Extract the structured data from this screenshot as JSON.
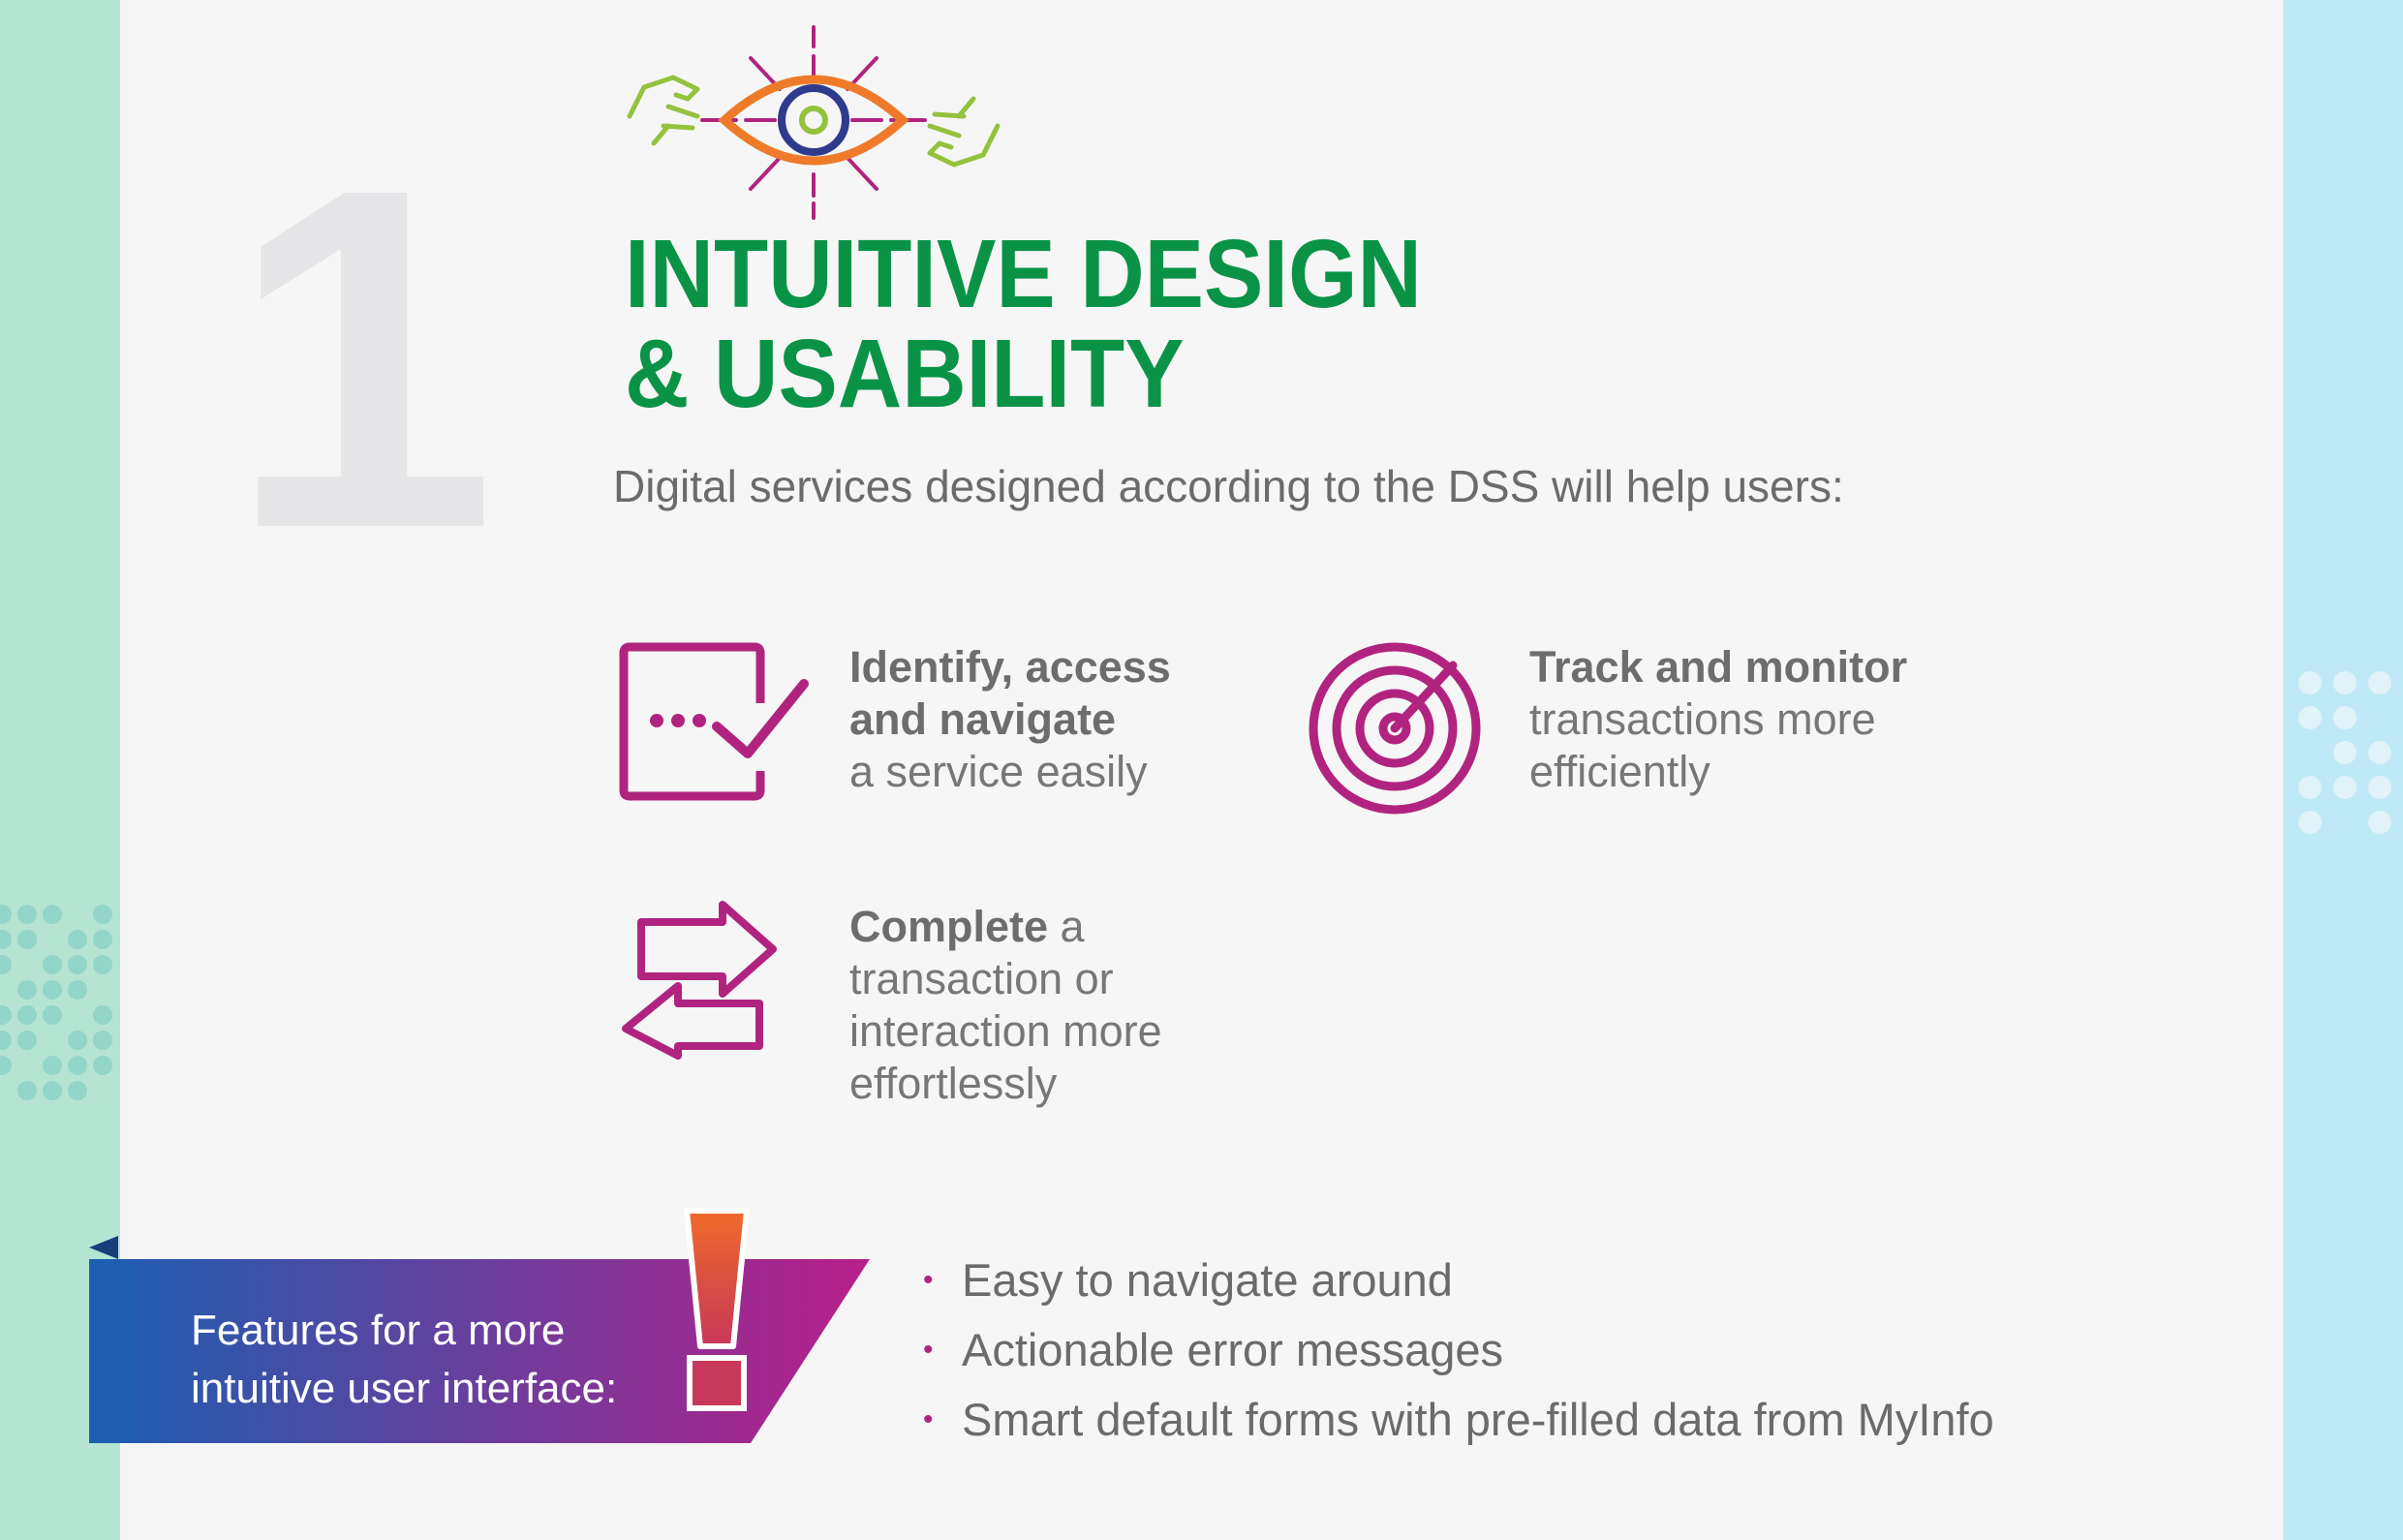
{
  "section_number": "1",
  "title_line1": "INTUITIVE DESIGN",
  "title_line2": "& USABILITY",
  "intro": "Digital services designed according to the DSS will help users:",
  "benefits": [
    {
      "icon": "window-checkmark-icon",
      "bold": "Identify, access and navigate",
      "bold_line1": "Identify, access",
      "bold_line2": "and navigate",
      "text": "a service easily"
    },
    {
      "icon": "target-icon",
      "bold": "Track and monitor",
      "text_line1": "transactions more",
      "text_line2": "efficiently"
    },
    {
      "icon": "swap-arrows-icon",
      "bold": "Complete",
      "text_inline": " a",
      "text_line2": "transaction or",
      "text_line3": "interaction more",
      "text_line4": "effortlessly"
    }
  ],
  "features_banner": {
    "line1": "Features for a more",
    "line2": "intuitive user interface:",
    "icon": "exclamation-icon"
  },
  "features": [
    "Easy to navigate around",
    "Actionable error messages",
    "Smart default forms with pre-filled data from MyInfo"
  ],
  "colors": {
    "title_green": "#0a9346",
    "icon_magenta": "#b0247f",
    "text_gray": "#6b6b6b",
    "side_left": "#b5e4d3",
    "side_right": "#bfe9f6",
    "banner_start": "#1a5fb0",
    "banner_end": "#b81f8a"
  }
}
